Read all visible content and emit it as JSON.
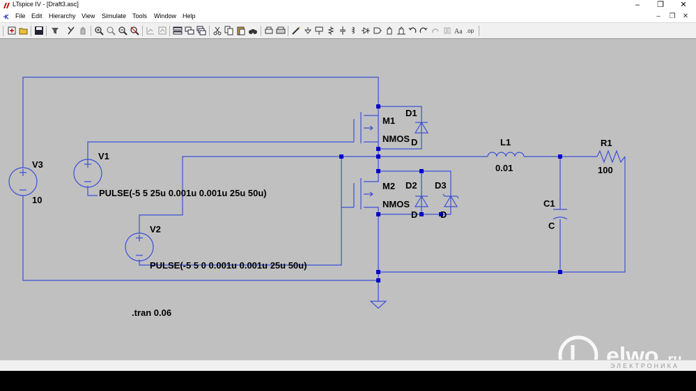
{
  "window": {
    "title": "LTspice IV - [Draft3.asc]",
    "controls": {
      "minimize": "–",
      "restore": "❐",
      "close": "✕"
    },
    "mdi_controls": {
      "minimize": "–",
      "restore": "❐",
      "close": "✕"
    }
  },
  "menu": [
    "File",
    "Edit",
    "Hierarchy",
    "View",
    "Simulate",
    "Tools",
    "Window",
    "Help"
  ],
  "toolbar_icons": [
    "new-schematic-icon",
    "open-icon",
    "save-icon",
    "control-panel-icon",
    "run-icon",
    "halt-icon",
    "zoom-in-icon",
    "pan-icon",
    "zoom-out-icon",
    "zoom-fit-icon",
    "autorange-icon",
    "tile-vertical-icon",
    "tile-horizontal-icon",
    "cascade-icon",
    "cut-icon",
    "copy-icon",
    "paste-icon",
    "find-icon",
    "print-preview-icon",
    "print-icon",
    "draw-wire-icon",
    "ground-icon",
    "label-net-icon",
    "resistor-icon",
    "capacitor-icon",
    "inductor-icon",
    "diode-icon",
    "component-icon",
    "move-icon",
    "drag-icon",
    "undo-icon",
    "redo-icon",
    "rotate-icon",
    "mirror-icon",
    "text-icon",
    "spice-directive-icon"
  ],
  "colors": {
    "wire": "#3b4fd8",
    "junction": "#0000c8",
    "canvas": "#c0c0c0",
    "text": "#000000",
    "watermark": "#ffffff"
  },
  "schematic": {
    "v3": {
      "name": "V3",
      "value": "10"
    },
    "v1": {
      "name": "V1",
      "value": "PULSE(-5 5 25u 0.001u 0.001u 25u 50u)"
    },
    "v2": {
      "name": "V2",
      "value": "PULSE(-5 5 0 0.001u 0.001u 25u 50u)"
    },
    "m1": {
      "name": "M1",
      "model": "NMOS"
    },
    "m2": {
      "name": "M2",
      "model": "NMOS"
    },
    "d1": {
      "name": "D1",
      "model": "D"
    },
    "d2": {
      "name": "D2",
      "model": "D"
    },
    "d3": {
      "name": "D3",
      "model": "D"
    },
    "l1": {
      "name": "L1",
      "value": "0.01"
    },
    "c1": {
      "name": "C1",
      "value": "C"
    },
    "r1": {
      "name": "R1",
      "value": "100"
    },
    "directive": ".tran 0.06"
  },
  "watermark": {
    "brand": "elwo",
    "tld": ".ru",
    "tagline": "ЭЛЕКТРОНИКА"
  }
}
